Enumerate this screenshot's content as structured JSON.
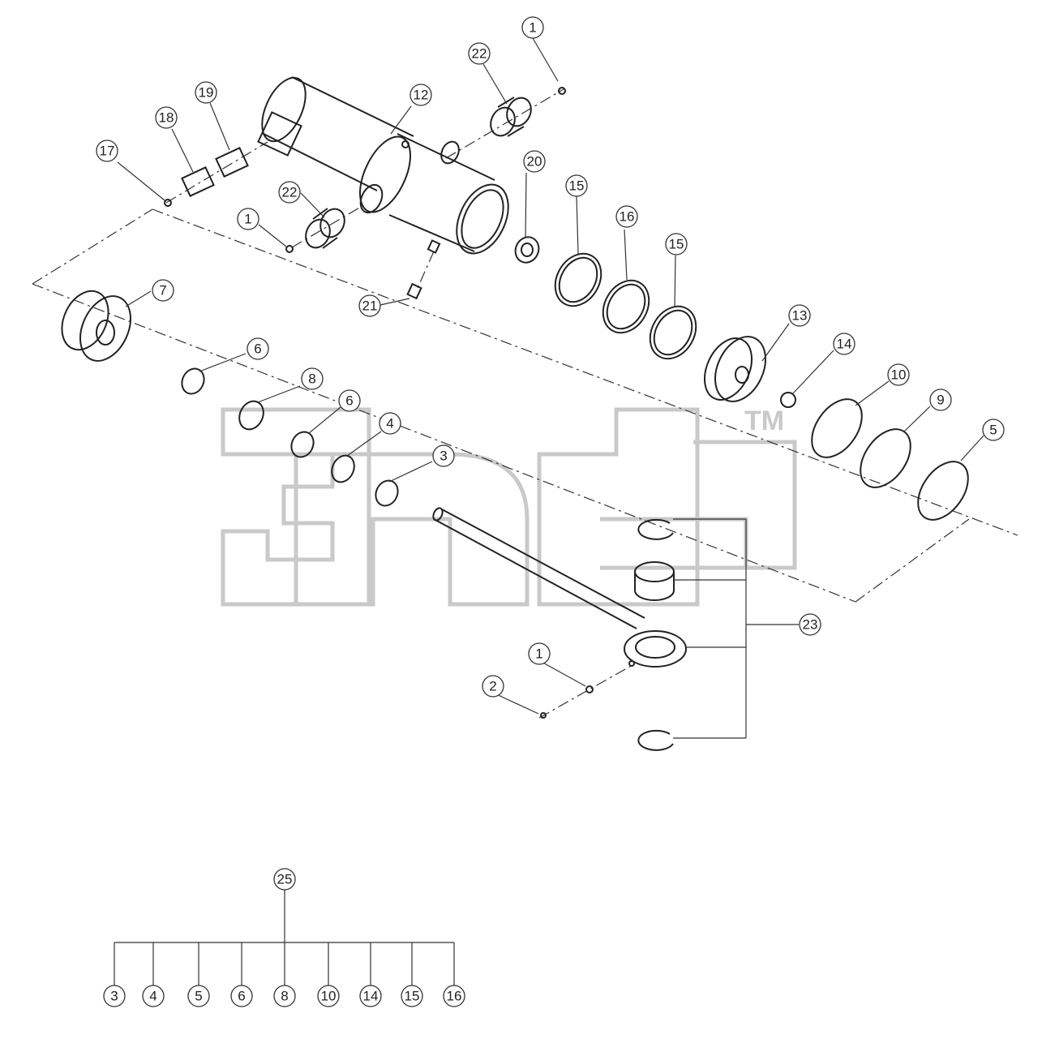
{
  "diagram": {
    "balloons": {
      "b1a": "1",
      "b1b": "1",
      "b1c": "1",
      "b2": "2",
      "b3": "3",
      "b4": "4",
      "b5": "5",
      "b6a": "6",
      "b6b": "6",
      "b7": "7",
      "b8": "8",
      "b9": "9",
      "b10": "10",
      "b12": "12",
      "b13": "13",
      "b14": "14",
      "b15a": "15",
      "b15b": "15",
      "b16": "16",
      "b17": "17",
      "b18": "18",
      "b19": "19",
      "b20": "20",
      "b21": "21",
      "b22a": "22",
      "b22b": "22",
      "b23": "23",
      "b25": "25"
    },
    "kit": {
      "label": "25",
      "items": [
        "3",
        "4",
        "5",
        "6",
        "8",
        "10",
        "14",
        "15",
        "16"
      ]
    },
    "watermark": {
      "tm": "TM"
    }
  }
}
